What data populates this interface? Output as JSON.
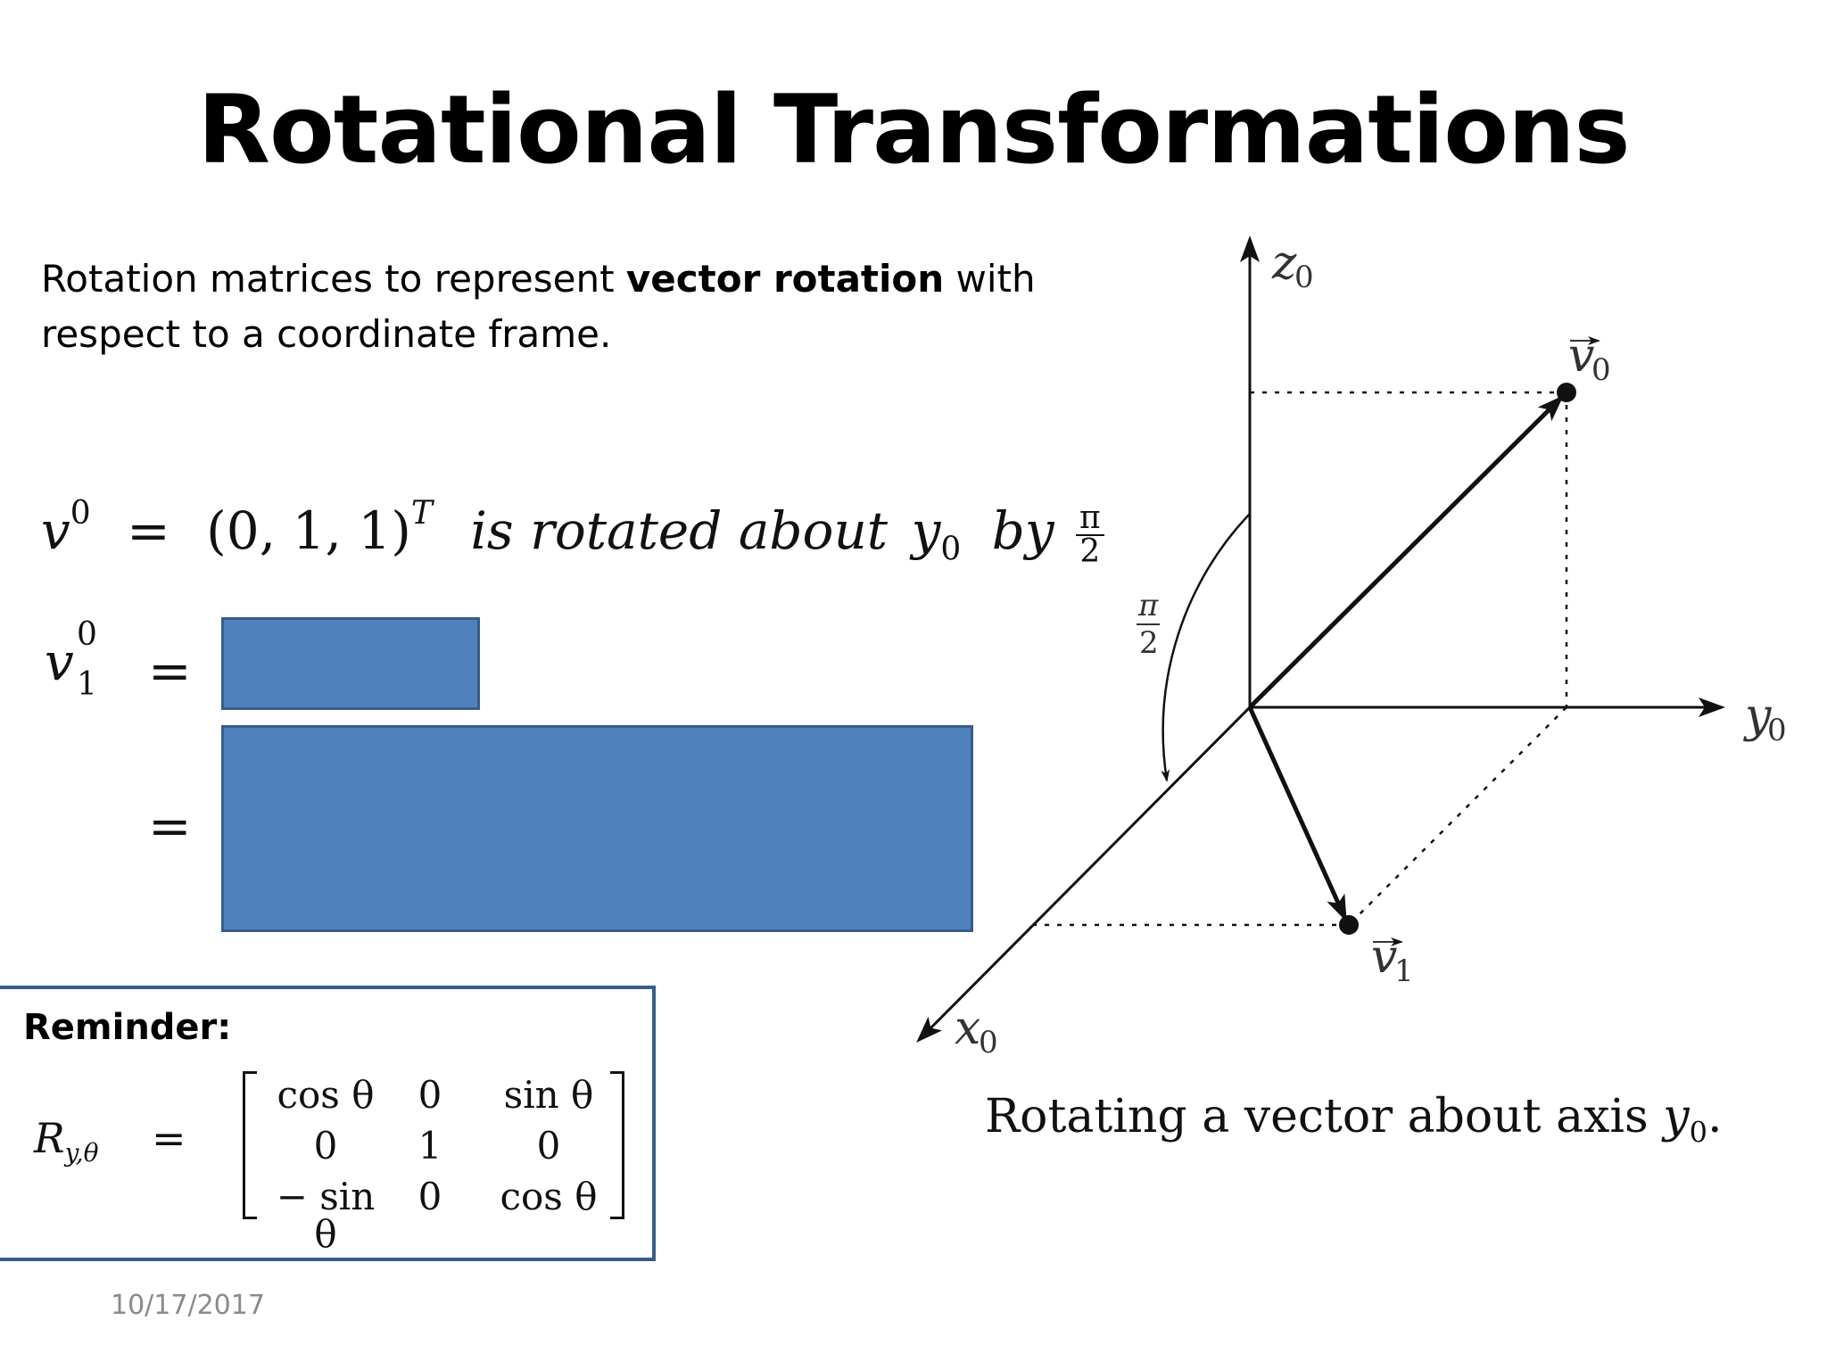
{
  "slide": {
    "title": "Rotational Transformations",
    "intro": {
      "text_before": "Rotation matrices to represent ",
      "bold": "vector rotation",
      "text_after": " with respect to a coordinate frame."
    },
    "statement": {
      "lhs": "v",
      "lhs_sup": "0",
      "equals": "=",
      "vector": "(0, 1, 1)",
      "transpose": "T",
      "text": "is rotated about",
      "axis": "y",
      "axis_sub": "0",
      "by": "by",
      "angle_num": "π",
      "angle_den": "2"
    },
    "derivation": {
      "lhs": "v",
      "lhs_sup": "0",
      "lhs_sub": "1",
      "equals": "=",
      "box_color": "#4f81bd"
    },
    "reminder": {
      "title": "Reminder:",
      "lhs": "R",
      "lhs_sub": "y,θ",
      "equals": "=",
      "matrix": [
        [
          "cos θ",
          "0",
          "sin θ"
        ],
        [
          "0",
          "1",
          "0"
        ],
        [
          "− sin θ",
          "0",
          "cos θ"
        ]
      ]
    },
    "diagram": {
      "z_label": "z",
      "z_sub": "0",
      "y_label": "y",
      "y_sub": "0",
      "x_label": "x",
      "x_sub": "0",
      "v0_label": "v",
      "v0_sub": "0",
      "v1_label": "v",
      "v1_sub": "1",
      "angle_num": "π",
      "angle_den": "2"
    },
    "caption": {
      "text": "Rotating a vector about axis",
      "axis": "y",
      "axis_sub": "0",
      "end": "."
    },
    "date": "10/17/2017"
  }
}
